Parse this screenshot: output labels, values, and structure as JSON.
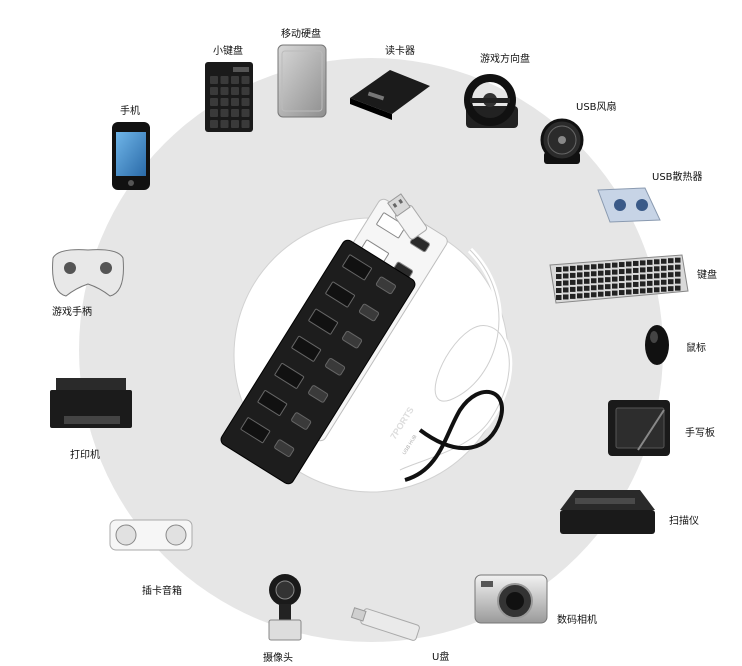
{
  "devices": [
    {
      "id": "keypad",
      "label": "小键盘",
      "icon": "mini-keypad-icon"
    },
    {
      "id": "hdd",
      "label": "移动硬盘",
      "icon": "external-hard-drive-icon"
    },
    {
      "id": "cardreader",
      "label": "读卡器",
      "icon": "card-reader-icon"
    },
    {
      "id": "wheel",
      "label": "游戏方向盘",
      "icon": "steering-wheel-icon"
    },
    {
      "id": "fan",
      "label": "USB风扇",
      "icon": "usb-fan-icon"
    },
    {
      "id": "cooler",
      "label": "USB散热器",
      "icon": "usb-cooling-pad-icon"
    },
    {
      "id": "keyboard",
      "label": "键盘",
      "icon": "keyboard-icon"
    },
    {
      "id": "mouse",
      "label": "鼠标",
      "icon": "mouse-icon"
    },
    {
      "id": "tablet",
      "label": "手写板",
      "icon": "drawing-tablet-icon"
    },
    {
      "id": "scanner",
      "label": "扫描仪",
      "icon": "scanner-icon"
    },
    {
      "id": "camera",
      "label": "数码相机",
      "icon": "digital-camera-icon"
    },
    {
      "id": "udisk",
      "label": "U盘",
      "icon": "usb-flash-drive-icon"
    },
    {
      "id": "webcam",
      "label": "摄像头",
      "icon": "webcam-icon"
    },
    {
      "id": "speaker",
      "label": "插卡音箱",
      "icon": "card-speaker-icon"
    },
    {
      "id": "printer",
      "label": "打印机",
      "icon": "printer-icon"
    },
    {
      "id": "gamepad",
      "label": "游戏手柄",
      "icon": "gamepad-icon"
    },
    {
      "id": "phone",
      "label": "手机",
      "icon": "mobile-phone-icon"
    }
  ],
  "hub": {
    "label": "7PORTS",
    "sublabel": "USB HUB",
    "icon": "usb-hub-icon"
  },
  "colors": {
    "ring": "#e6e6e6",
    "hub_black": "#1d1d1d",
    "hub_white": "#f6f6f6"
  }
}
